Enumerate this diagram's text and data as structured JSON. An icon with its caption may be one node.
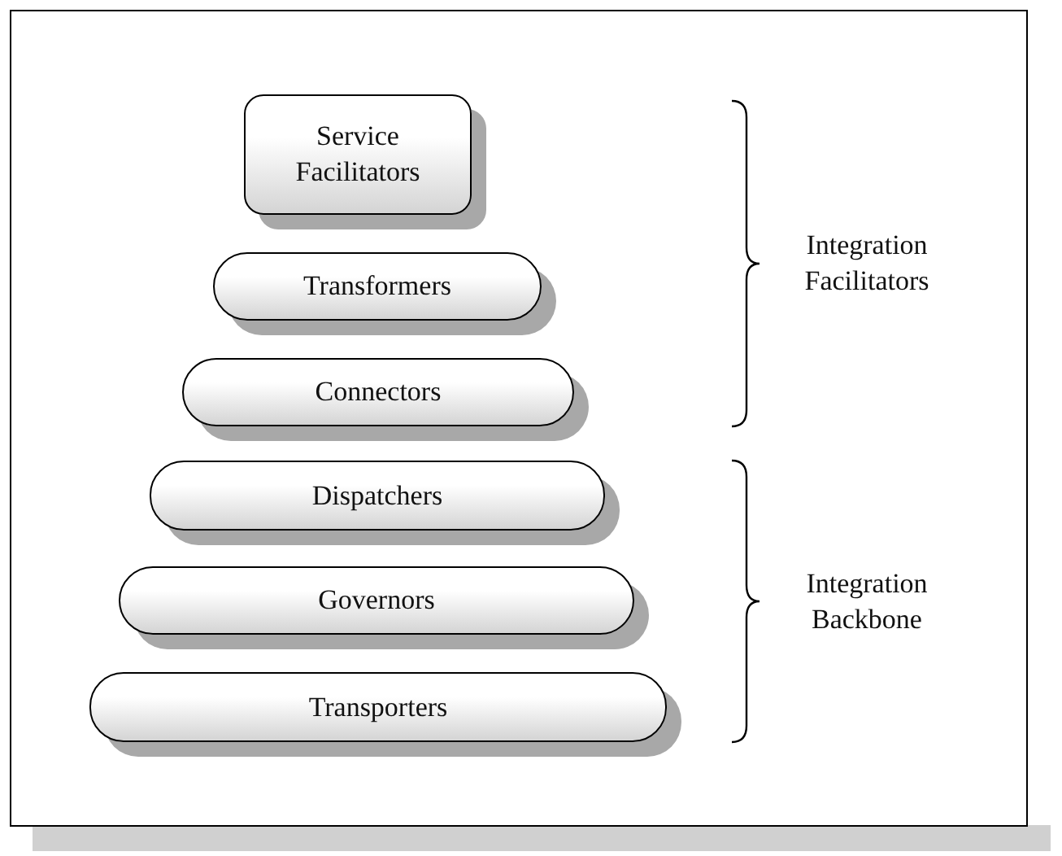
{
  "diagram": {
    "nodes": [
      {
        "text": [
          "Service Facilitators"
        ]
      },
      {
        "text": [
          "Transformers"
        ]
      },
      {
        "text": [
          "Connectors"
        ]
      },
      {
        "text": [
          "Dispatchers"
        ]
      },
      {
        "text": [
          "Governors"
        ]
      },
      {
        "text": [
          "Transporters"
        ]
      }
    ],
    "labels": [
      "Integration Facilitators",
      "Integration Backbone"
    ]
  }
}
